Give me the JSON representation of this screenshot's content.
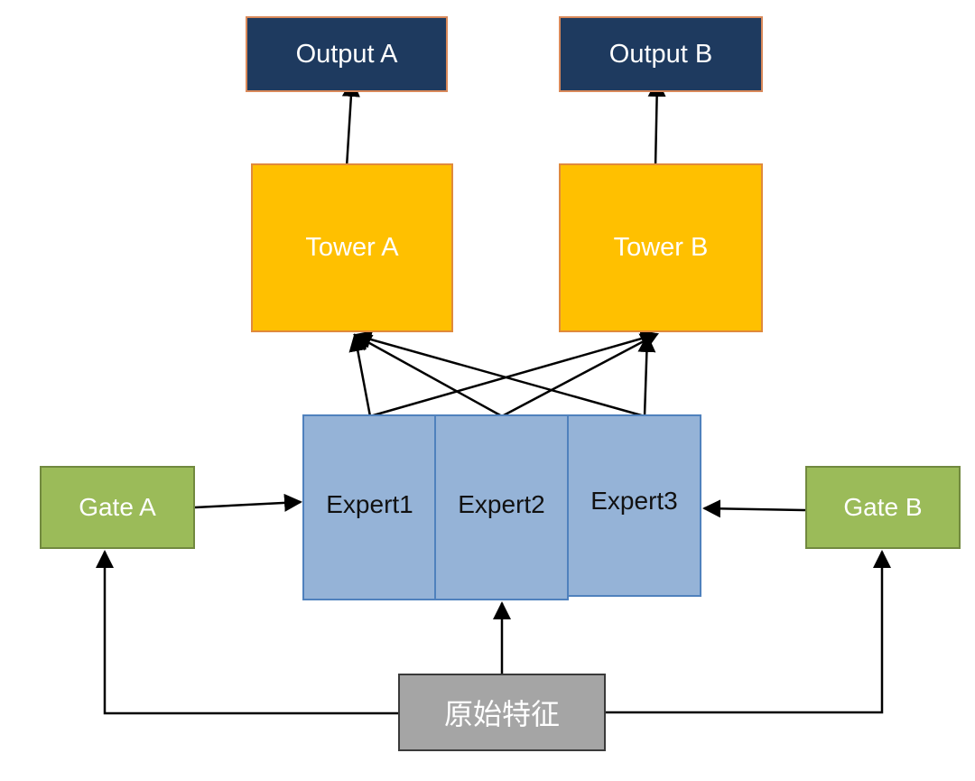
{
  "diagram": {
    "nodes": {
      "output_a": "Output A",
      "output_b": "Output B",
      "tower_a": "Tower A",
      "tower_b": "Tower B",
      "expert_1": "Expert1",
      "expert_2": "Expert2",
      "expert_3": "Expert3",
      "gate_a": "Gate A",
      "gate_b": "Gate B",
      "raw_features": "原始特征"
    },
    "edges": [
      {
        "from": "tower_a",
        "to": "output_a"
      },
      {
        "from": "tower_b",
        "to": "output_b"
      },
      {
        "from": "expert_1",
        "to": "tower_a"
      },
      {
        "from": "expert_1",
        "to": "tower_b"
      },
      {
        "from": "expert_2",
        "to": "tower_a"
      },
      {
        "from": "expert_2",
        "to": "tower_b"
      },
      {
        "from": "expert_3",
        "to": "tower_a"
      },
      {
        "from": "expert_3",
        "to": "tower_b"
      },
      {
        "from": "gate_a",
        "to": "expert_1"
      },
      {
        "from": "gate_b",
        "to": "expert_3"
      },
      {
        "from": "raw_features",
        "to": "expert_2"
      },
      {
        "from": "raw_features",
        "to": "gate_a"
      },
      {
        "from": "raw_features",
        "to": "gate_b"
      }
    ],
    "colors": {
      "output_fill": "#1e3a5f",
      "output_border": "#d9895a",
      "tower_fill": "#ffc000",
      "tower_border": "#e08a3c",
      "expert_fill": "#95b3d7",
      "expert_border": "#4f81bd",
      "gate_fill": "#9bbb59",
      "gate_border": "#71893f",
      "raw_fill": "#a5a5a5",
      "raw_border": "#3a3a3a",
      "arrow": "#000000"
    }
  }
}
